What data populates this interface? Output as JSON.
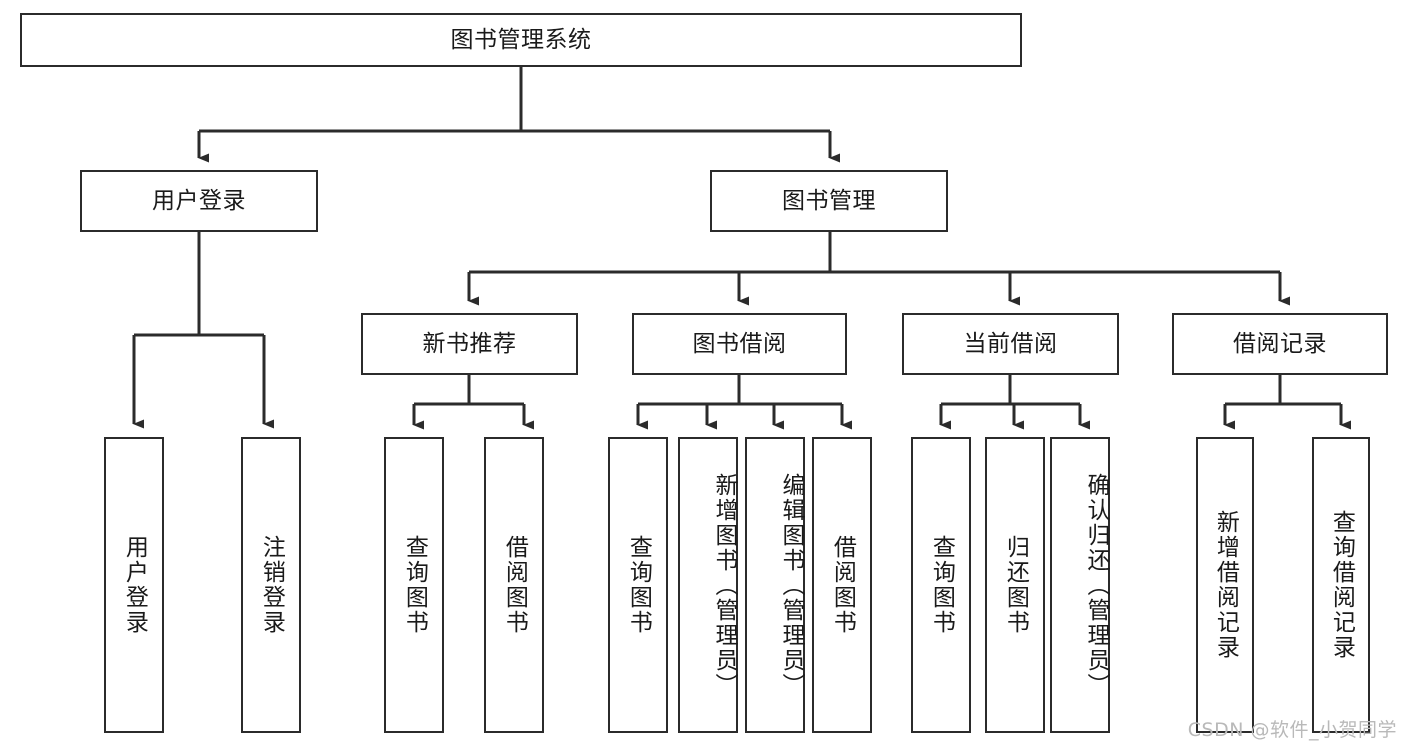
{
  "diagram": {
    "title": "图书管理系统",
    "watermark": "CSDN @软件_小贺同学",
    "level2": [
      {
        "id": "user-login",
        "label": "用户登录"
      },
      {
        "id": "book-management",
        "label": "图书管理"
      }
    ],
    "level3": [
      {
        "id": "new-book-recommend",
        "label": "新书推荐"
      },
      {
        "id": "book-borrow",
        "label": "图书借阅"
      },
      {
        "id": "current-borrow",
        "label": "当前借阅"
      },
      {
        "id": "borrow-record",
        "label": "借阅记录"
      }
    ],
    "leaves": {
      "user_login": [
        {
          "id": "leaf-user-login",
          "label": "用户登录"
        },
        {
          "id": "leaf-logout-login",
          "label": "注销登录"
        }
      ],
      "new_book_recommend": [
        {
          "id": "leaf-query-book-1",
          "label": "查询图书"
        },
        {
          "id": "leaf-borrow-book-1",
          "label": "借阅图书"
        }
      ],
      "book_borrow": [
        {
          "id": "leaf-query-book-2",
          "label": "查询图书"
        },
        {
          "id": "leaf-add-book",
          "label": "新增图书（管理员）"
        },
        {
          "id": "leaf-edit-book",
          "label": "编辑图书（管理员）"
        },
        {
          "id": "leaf-borrow-book-2",
          "label": "借阅图书"
        }
      ],
      "current_borrow": [
        {
          "id": "leaf-query-book-3",
          "label": "查询图书"
        },
        {
          "id": "leaf-return-book",
          "label": "归还图书"
        },
        {
          "id": "leaf-confirm-return",
          "label": "确认归还（管理员）"
        }
      ],
      "borrow_record": [
        {
          "id": "leaf-add-record",
          "label": "新增借阅记录"
        },
        {
          "id": "leaf-query-record",
          "label": "查询借阅记录"
        }
      ]
    },
    "colors": {
      "stroke": "#2b2b2b",
      "background": "#ffffff",
      "watermark": "#b9b9b9"
    }
  }
}
